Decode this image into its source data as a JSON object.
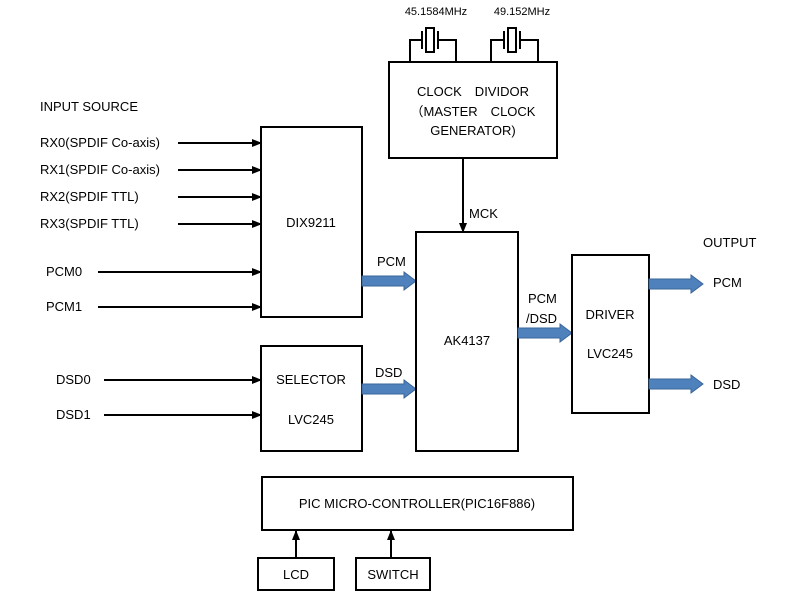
{
  "crystals": {
    "left_freq": "45.1584MHz",
    "right_freq": "49.152MHz"
  },
  "clock_divider": {
    "line1": "CLOCK　DIVIDOR",
    "line2": "（MASTER　CLOCK",
    "line3": "GENERATOR)"
  },
  "input_source": {
    "title": "INPUT SOURCE",
    "rx": [
      "RX0(SPDIF Co-axis)",
      "RX1(SPDIF Co-axis)",
      "RX2(SPDIF TTL)",
      "RX3(SPDIF TTL)"
    ],
    "pcm": [
      "PCM0",
      "PCM1"
    ],
    "dsd": [
      "DSD0",
      "DSD1"
    ]
  },
  "dix": {
    "label": "DIX9211"
  },
  "selector": {
    "line1": "SELECTOR",
    "line2": "LVC245"
  },
  "ak": {
    "label": "AK4137"
  },
  "driver": {
    "line1": "DRIVER",
    "line2": "LVC245"
  },
  "signals": {
    "mck": "MCK",
    "pcm": "PCM",
    "dsd": "DSD",
    "pcm_dsd_1": "PCM",
    "pcm_dsd_2": "/DSD"
  },
  "output": {
    "title": "OUTPUT",
    "pcm": "PCM",
    "dsd": "DSD"
  },
  "pic": {
    "label": "PIC MICRO-CONTROLLER(PIC16F886)"
  },
  "lcd": {
    "label": "LCD"
  },
  "switch": {
    "label": "SWITCH"
  },
  "colors": {
    "bus_arrow": "#4f81bd",
    "bus_arrow_edge": "#3a6698",
    "line": "#000000"
  }
}
